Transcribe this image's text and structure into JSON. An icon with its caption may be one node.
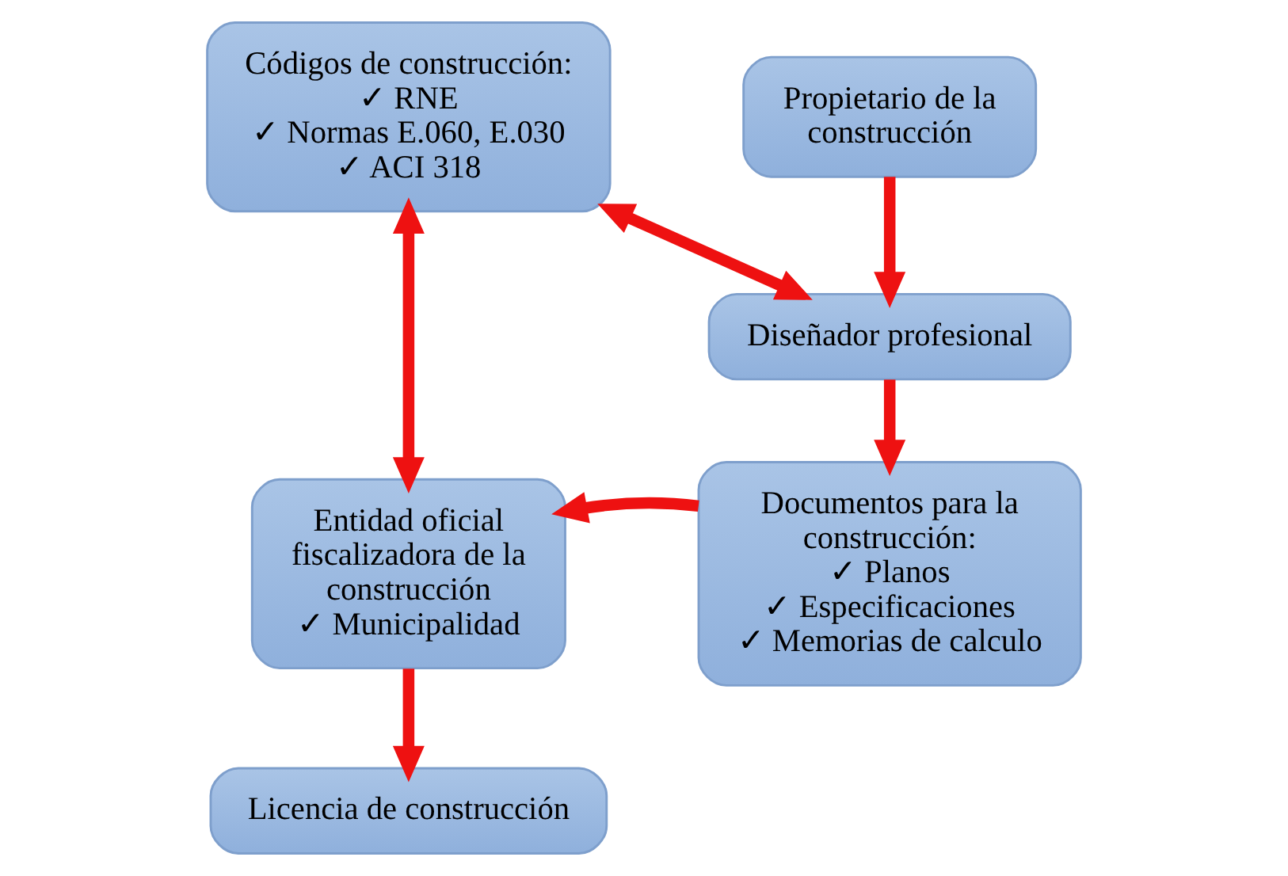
{
  "diagram": {
    "nodes": [
      {
        "text": [
          "Códigos de construcción:",
          "✓ RNE",
          "✓ Normas E.060, E.030",
          "✓ ACI 318"
        ]
      },
      {
        "text": [
          "Propietario de la construcción"
        ]
      },
      {
        "text": [
          "Diseñador profesional"
        ]
      },
      {
        "text": [
          "Entidad oficial fiscalizadora de la construcción",
          "✓ Municipalidad"
        ]
      },
      {
        "text": [
          "Documentos para la construcción:",
          "✓ Planos",
          "✓ Especificaciones",
          "✓ Memorias de calculo"
        ]
      },
      {
        "text": [
          "Licencia de construcción"
        ]
      }
    ],
    "edges": [
      {
        "from": 0,
        "to": 2,
        "arrow": "both"
      },
      {
        "from": 1,
        "to": 2,
        "arrow": "to"
      },
      {
        "from": 0,
        "to": 3,
        "arrow": "both"
      },
      {
        "from": 2,
        "to": 4,
        "arrow": "to"
      },
      {
        "from": 4,
        "to": 3,
        "arrow": "to"
      },
      {
        "from": 3,
        "to": 5,
        "arrow": "to"
      }
    ]
  }
}
